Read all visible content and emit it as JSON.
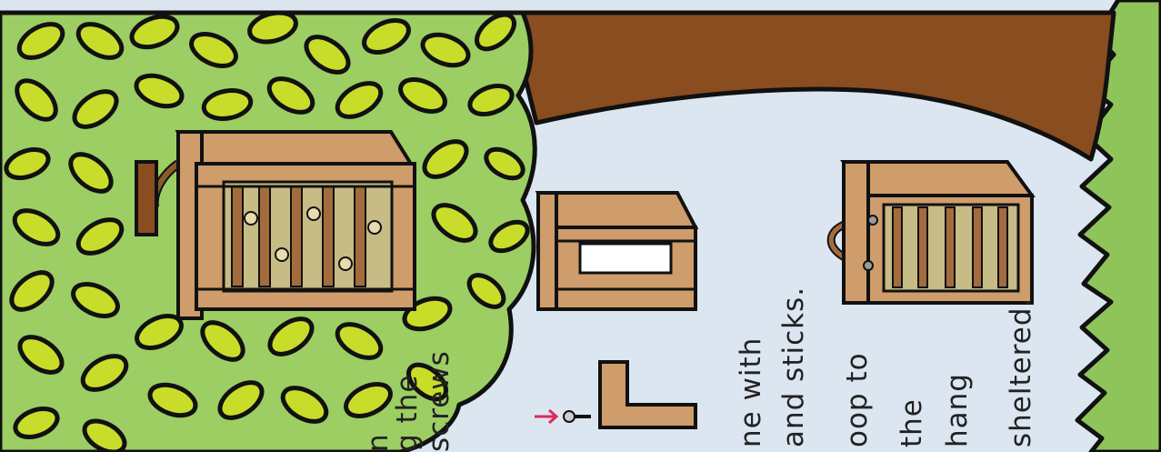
{
  "instructions": {
    "step1": [
      "n",
      "g the",
      "screws"
    ],
    "step2": [
      "ne with",
      "and sticks."
    ],
    "step3": [
      "oop to",
      "the",
      "hang",
      "sheltered."
    ]
  },
  "colors": {
    "sky": "#dbe6f0",
    "grass": "#8fc45a",
    "foliage": "#9cce63",
    "leaf": "#c8dd2a",
    "trunk": "#8a4d20",
    "wood": "#cf9c6b",
    "wood_dark": "#a46c3d",
    "stick": "#c7bb86",
    "arrow": "#e0285a"
  },
  "icons": {
    "arrow": "arrow-icon",
    "screw": "screw-icon"
  }
}
